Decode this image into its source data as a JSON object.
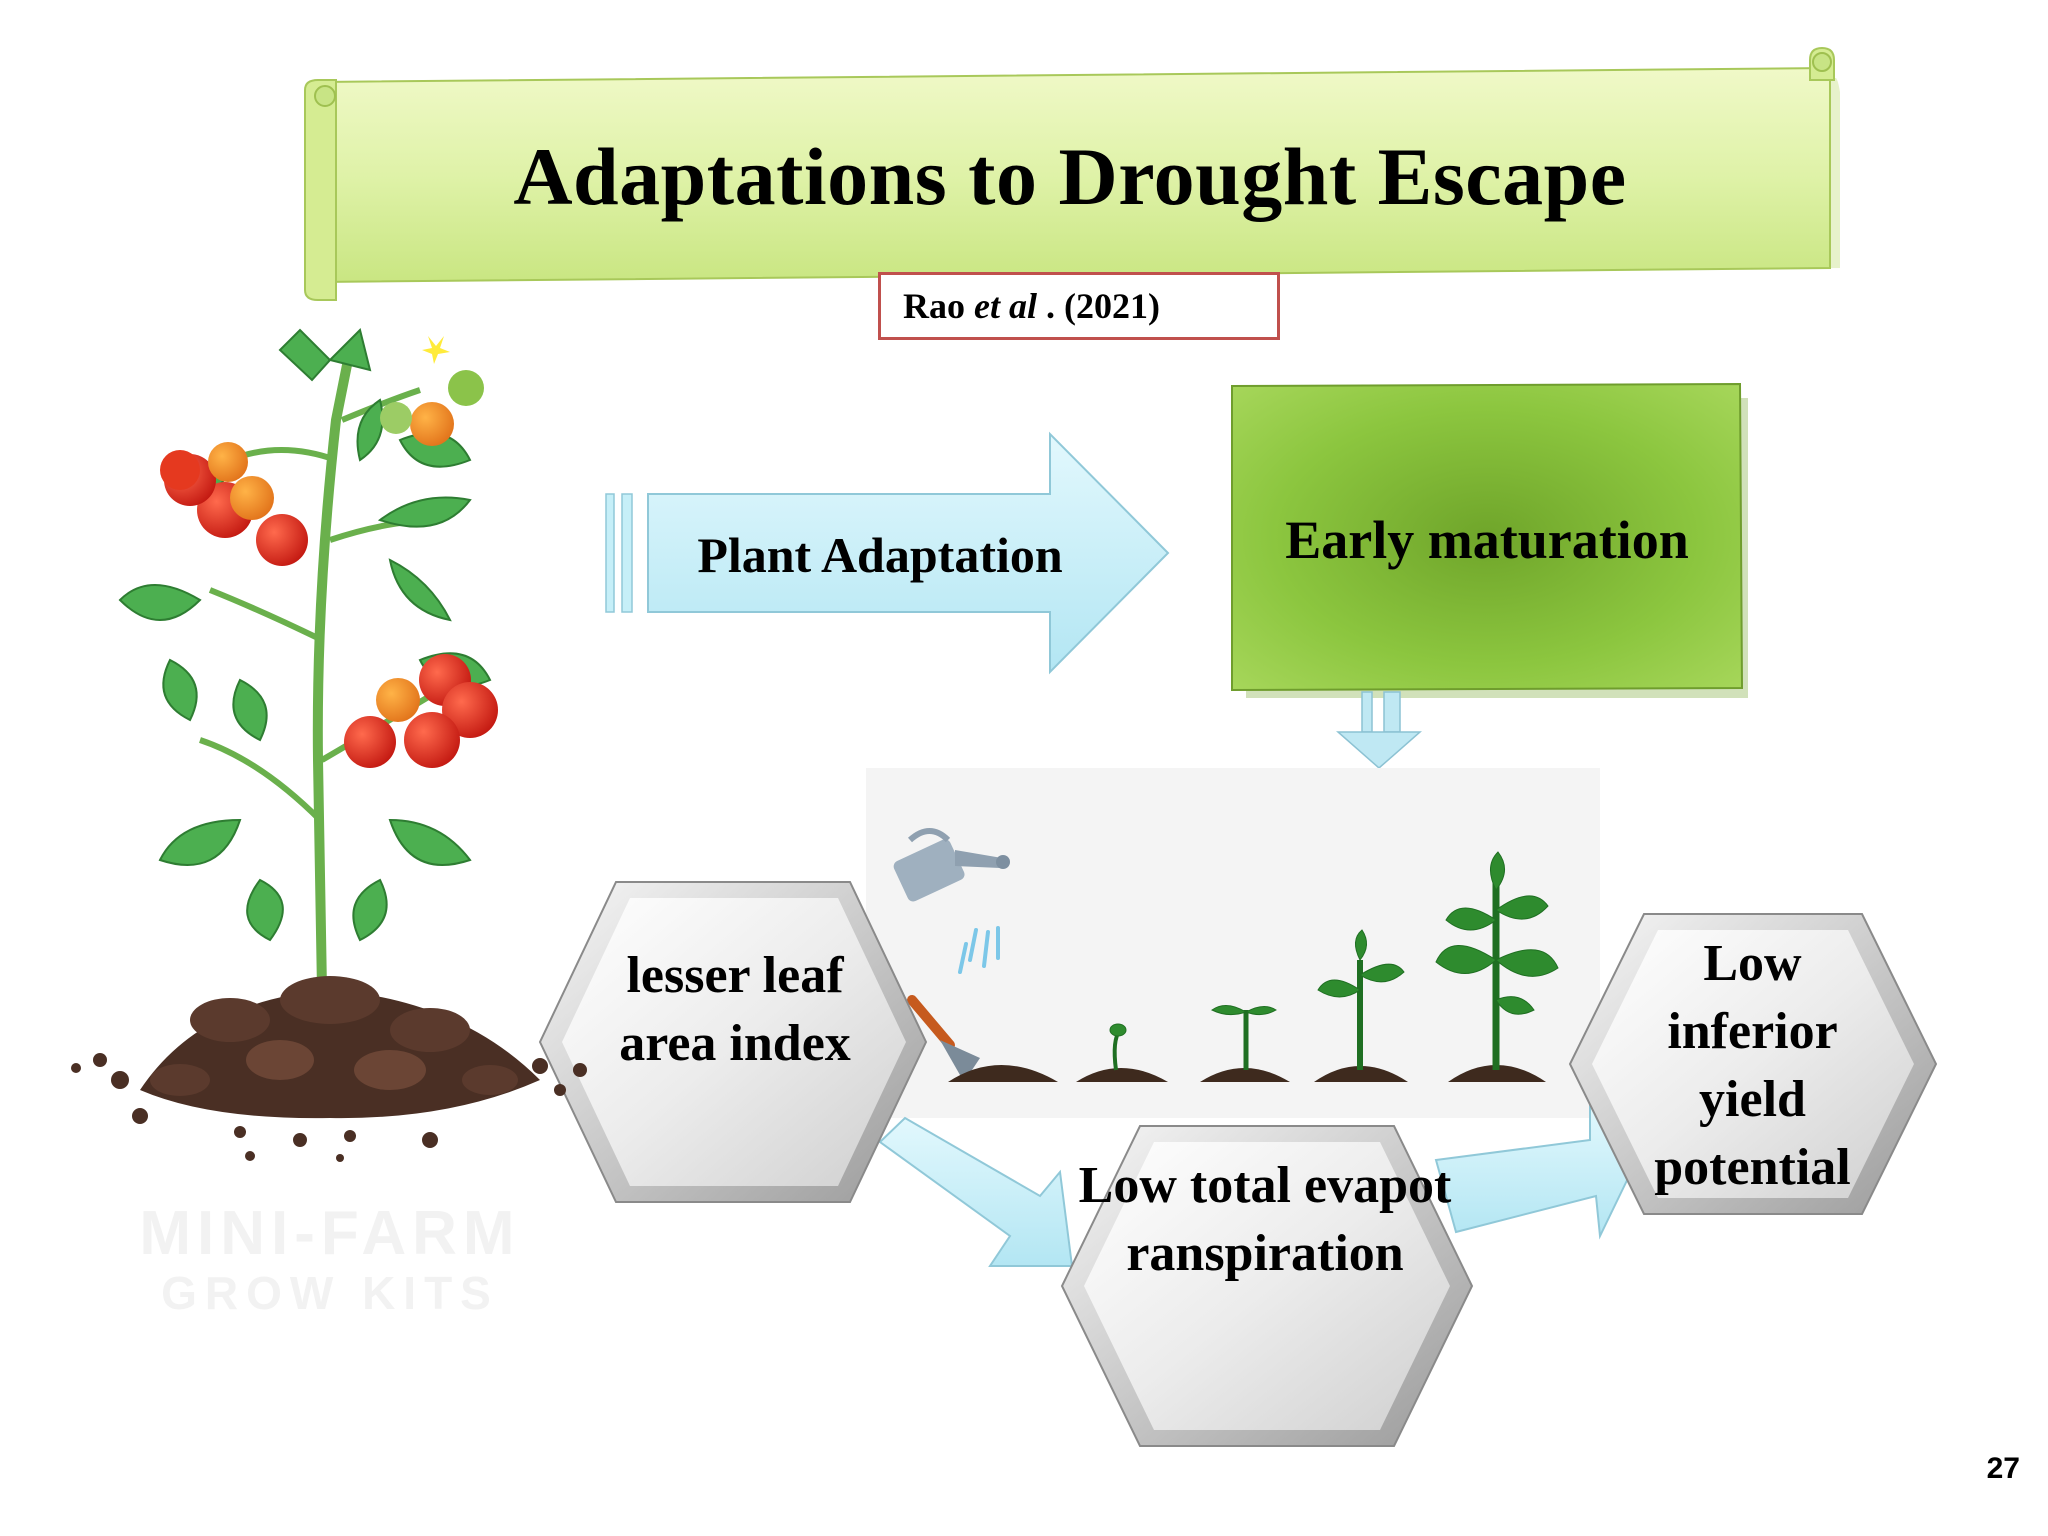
{
  "slide": {
    "title": "Adaptations to Drought Escape",
    "citation": {
      "authors": "Rao",
      "etal": "et al",
      "year": ". (2021)"
    },
    "page_number": "27",
    "watermark": {
      "line1": "MINI-FARM",
      "line2": "GROW KITS"
    }
  },
  "diagram": {
    "arrow_label": "Plant Adaptation",
    "box_label": "Early maturation",
    "hexagons": {
      "left": "lesser leaf area index",
      "bottom": "Low total evapotranspiration",
      "right": "Low inferior yield potential"
    }
  },
  "colors": {
    "banner": "#dff2a8",
    "arrow": "#c6eff8",
    "maturation_box": "#8cc63f",
    "citation_border": "#c0504d",
    "hexagon": "#e6e6e6"
  },
  "icons": [
    "tomato-plant-icon",
    "soil-icon",
    "watering-can-icon",
    "trowel-icon",
    "seedling-icon"
  ]
}
